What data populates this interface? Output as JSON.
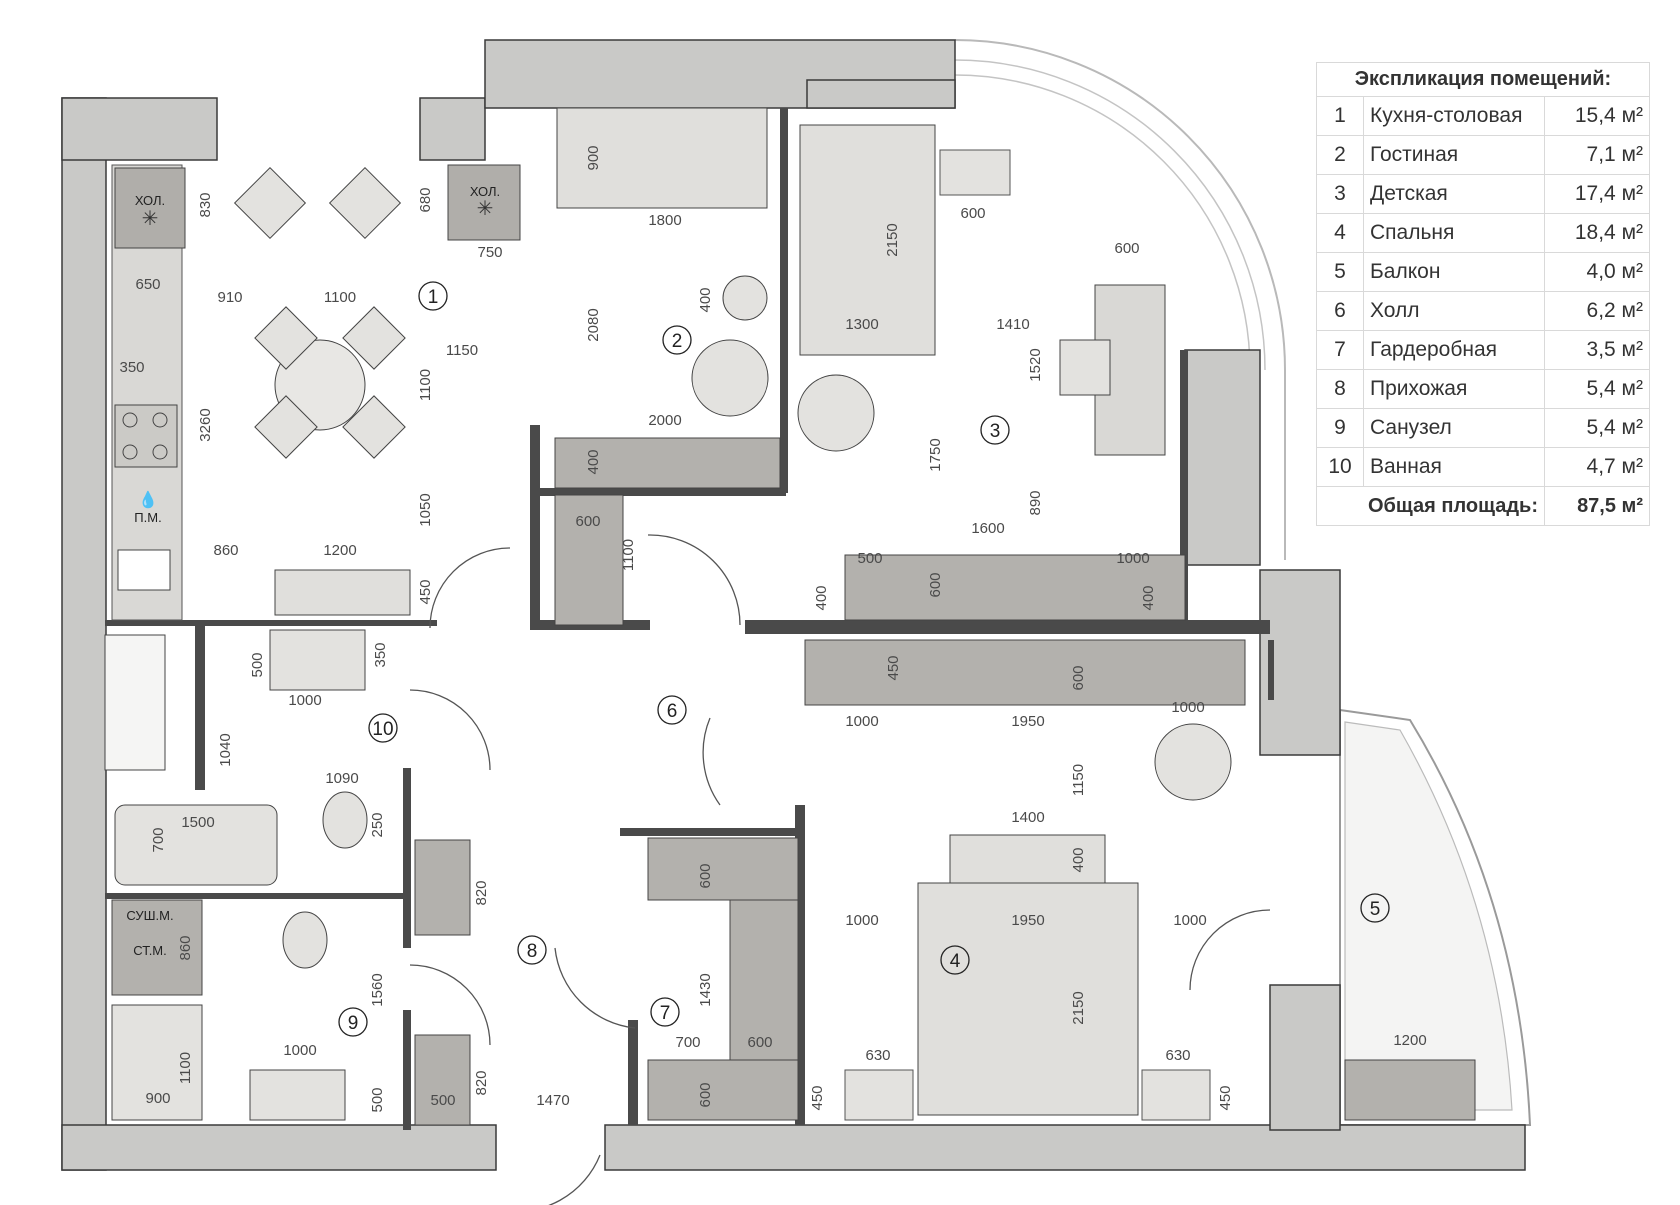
{
  "legend": {
    "title": "Экспликация помещений:",
    "rooms": [
      {
        "num": "1",
        "name": "Кухня-столовая",
        "area": "15,4 м²"
      },
      {
        "num": "2",
        "name": "Гостиная",
        "area": "7,1 м²"
      },
      {
        "num": "3",
        "name": "Детская",
        "area": "17,4 м²"
      },
      {
        "num": "4",
        "name": "Спальня",
        "area": "18,4 м²"
      },
      {
        "num": "5",
        "name": "Балкон",
        "area": "4,0 м²"
      },
      {
        "num": "6",
        "name": "Холл",
        "area": "6,2 м²"
      },
      {
        "num": "7",
        "name": "Гардеробная",
        "area": "3,5 м²"
      },
      {
        "num": "8",
        "name": "Прихожая",
        "area": "5,4 м²"
      },
      {
        "num": "9",
        "name": "Санузел",
        "area": "5,4 м²"
      },
      {
        "num": "10",
        "name": "Ванная",
        "area": "4,7 м²"
      }
    ],
    "total_label": "Общая площадь:",
    "total_area": "87,5 м²"
  },
  "room_labels": [
    "1",
    "2",
    "3",
    "4",
    "5",
    "6",
    "7",
    "8",
    "9",
    "10"
  ],
  "appliance_labels": {
    "fridge_1": "ХОЛ.",
    "fridge_2": "ХОЛ.",
    "dishwasher": "П.М.",
    "dryer": "СУШ.М.",
    "washer": "СТ.М."
  },
  "dimensions": {
    "d830": "830",
    "d680": "680",
    "d750": "750",
    "d650": "650",
    "d910": "910",
    "d1100a": "1100",
    "d1150": "1150",
    "d350a": "350",
    "d1100b": "1100",
    "d3260": "3260",
    "d1050": "1050",
    "d860": "860",
    "d1200a": "1200",
    "d450a": "450",
    "d900a": "900",
    "d1800": "1800",
    "d400a": "400",
    "d2080": "2080",
    "d2000": "2000",
    "d400b": "400",
    "d600a": "600",
    "d1100c": "1100",
    "d2150a": "2150",
    "d600b": "600",
    "d600c": "600",
    "d1300": "1300",
    "d1410": "1410",
    "d1520": "1520",
    "d1750": "1750",
    "d890": "890",
    "d1600": "1600",
    "d500a": "500",
    "d600d": "600",
    "d1000a": "1000",
    "d400c": "400",
    "d400d": "400",
    "d500b": "500",
    "d350b": "350",
    "d1000b": "1000",
    "d1040": "1040",
    "d1090": "1090",
    "d1500": "1500",
    "d700a": "700",
    "d250": "250",
    "d450b": "450",
    "d600e": "600",
    "d1000c": "1000",
    "d1950a": "1950",
    "d1000d": "1000",
    "d1150b": "1150",
    "d1400": "1400",
    "d400e": "400",
    "d1000e": "1000",
    "d1950b": "1950",
    "d1000f": "1000",
    "d2150b": "2150",
    "d820a": "820",
    "d600f": "600",
    "d1430": "1430",
    "d700b": "700",
    "d600g": "600",
    "d600h": "600",
    "d630a": "630",
    "d630b": "630",
    "d450c": "450",
    "d450d": "450",
    "d860b": "860",
    "d1560": "1560",
    "d1000g": "1000",
    "d1100d": "1100",
    "d900b": "900",
    "d500c": "500",
    "d820b": "820",
    "d500d": "500",
    "d1470": "1470",
    "d1200b": "1200"
  }
}
